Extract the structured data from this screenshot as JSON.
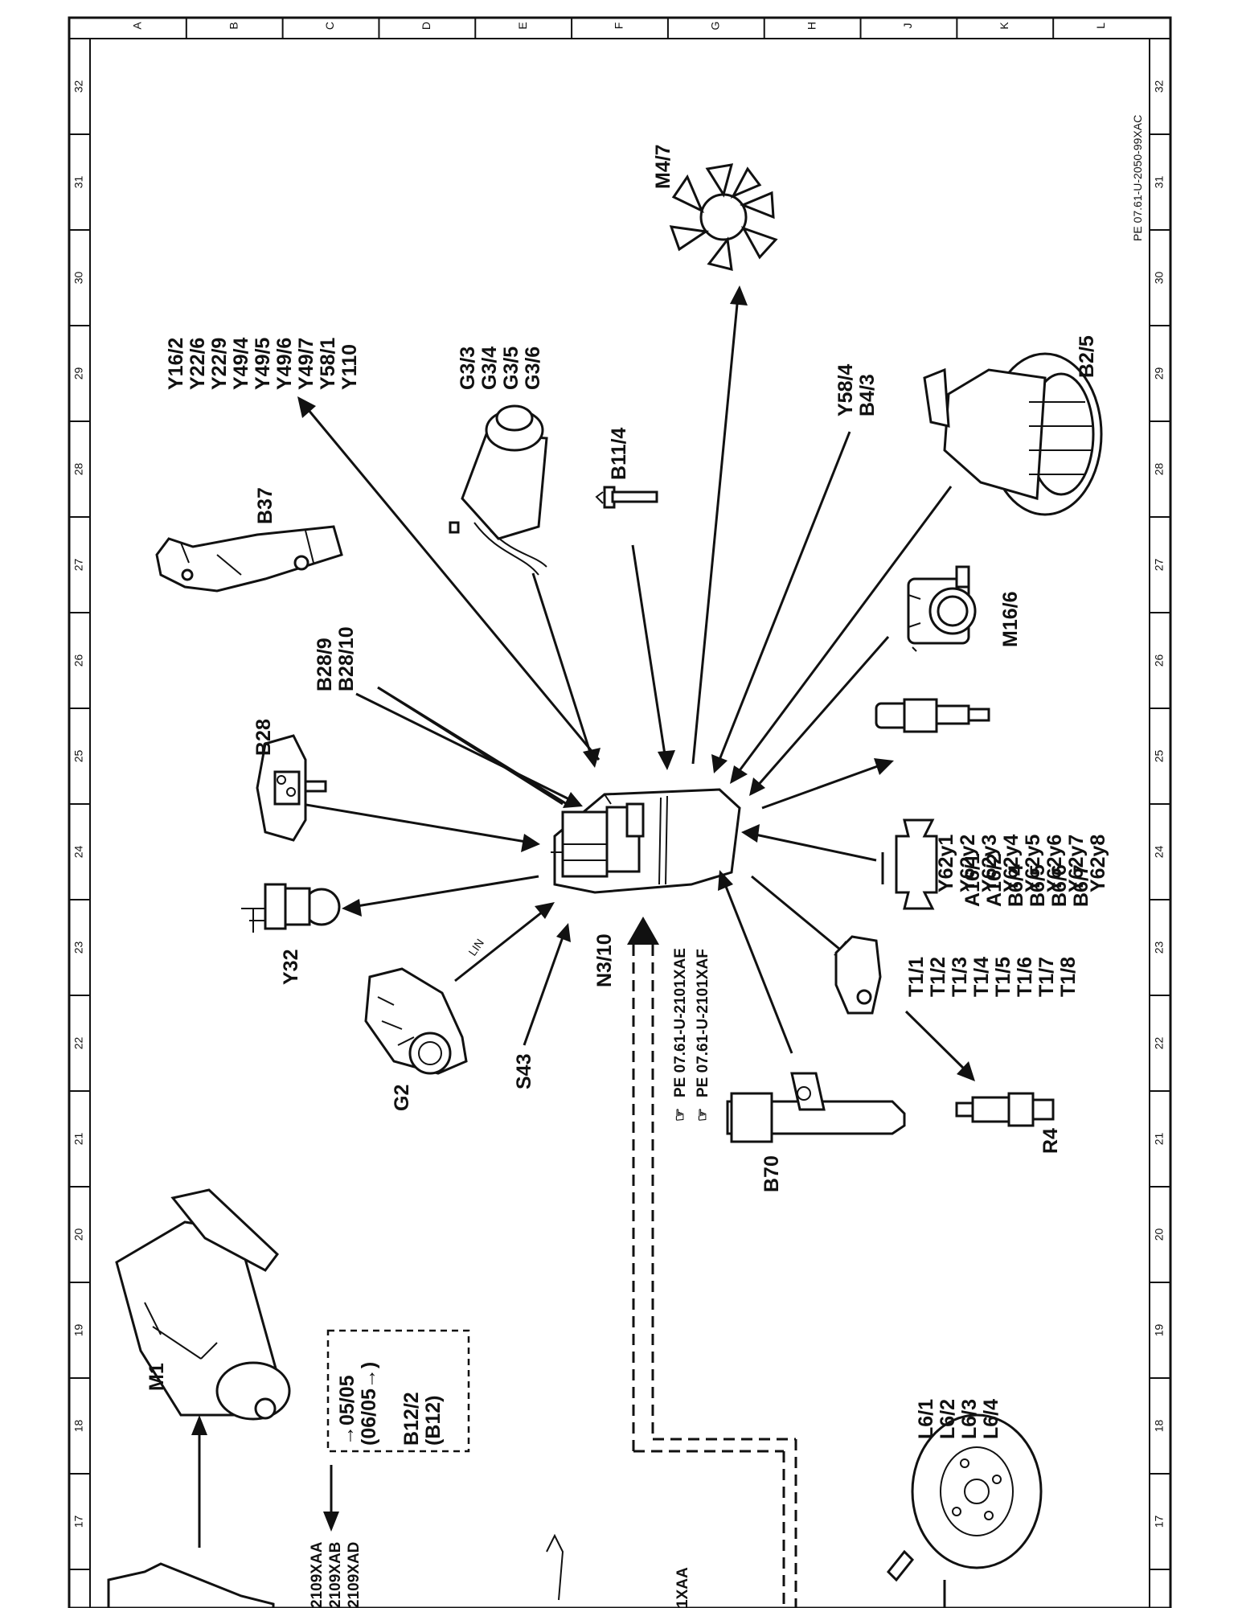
{
  "sheet": {
    "drawing_ref": "PE 07.61-U-2050-99XAC",
    "column_letters": [
      "A",
      "B",
      "C",
      "D",
      "E",
      "F",
      "G",
      "H",
      "J",
      "K",
      "L"
    ],
    "row_numbers": [
      "32",
      "31",
      "30",
      "29",
      "28",
      "27",
      "26",
      "25",
      "24",
      "23",
      "22",
      "21",
      "20",
      "19",
      "18",
      "17",
      "16"
    ]
  },
  "center_unit": {
    "label": "N3/10"
  },
  "components": [
    {
      "id": "y16",
      "lines": [
        "Y16/2",
        "Y22/6",
        "Y22/9",
        "Y49/4",
        "Y49/5",
        "Y49/6",
        "Y49/7",
        "Y58/1",
        "Y110"
      ]
    },
    {
      "id": "g3",
      "lines": [
        "G3/3",
        "G3/4",
        "G3/5",
        "G3/6"
      ]
    },
    {
      "id": "m47",
      "lines": [
        "M4/7"
      ]
    },
    {
      "id": "b114",
      "lines": [
        "B11/4"
      ]
    },
    {
      "id": "y584",
      "lines": [
        "Y58/4",
        "B4/3"
      ]
    },
    {
      "id": "b25",
      "lines": [
        "B2/5"
      ]
    },
    {
      "id": "b37",
      "lines": [
        "B37"
      ]
    },
    {
      "id": "m166",
      "lines": [
        "M16/6"
      ]
    },
    {
      "id": "b289",
      "lines": [
        "B28/9",
        "B28/10"
      ]
    },
    {
      "id": "b28",
      "lines": [
        "B28"
      ]
    },
    {
      "id": "y62",
      "lines": [
        "Y62y1",
        "Y62y2",
        "Y62y3",
        "Y62y4",
        "Y62y5",
        "Y62y6",
        "Y62y7",
        "Y62y8"
      ]
    },
    {
      "id": "a16",
      "lines": [
        "A16/1",
        "A16/2",
        "B6/4",
        "B6/5",
        "B6/6",
        "B6/7"
      ]
    },
    {
      "id": "y32",
      "lines": [
        "Y32"
      ]
    },
    {
      "id": "t1",
      "lines": [
        "T1/1",
        "T1/2",
        "T1/3",
        "T1/4",
        "T1/5",
        "T1/6",
        "T1/7",
        "T1/8"
      ]
    },
    {
      "id": "g2",
      "lines": [
        "G2"
      ]
    },
    {
      "id": "s43",
      "lines": [
        "S43"
      ]
    },
    {
      "id": "b70",
      "lines": [
        "B70"
      ]
    },
    {
      "id": "r4",
      "lines": [
        "R4"
      ]
    },
    {
      "id": "m1",
      "lines": [
        "M1"
      ]
    },
    {
      "id": "l6",
      "lines": [
        "L6/1",
        "L6/2",
        "L6/3",
        "L6/4"
      ]
    },
    {
      "id": "b122",
      "lines": [
        "→05/05",
        "(06/05→)",
        "B12/2",
        "(B12)"
      ]
    }
  ],
  "link_label": "LIN",
  "page_refs": [
    "PE 07.61-U-2101XAE",
    "PE 07.61-U-2101XAF"
  ],
  "cutoff_refs": [
    "2109XAA",
    "2109XAB",
    "2109XAD"
  ],
  "cutoff_ref_bottom": "1XAA"
}
